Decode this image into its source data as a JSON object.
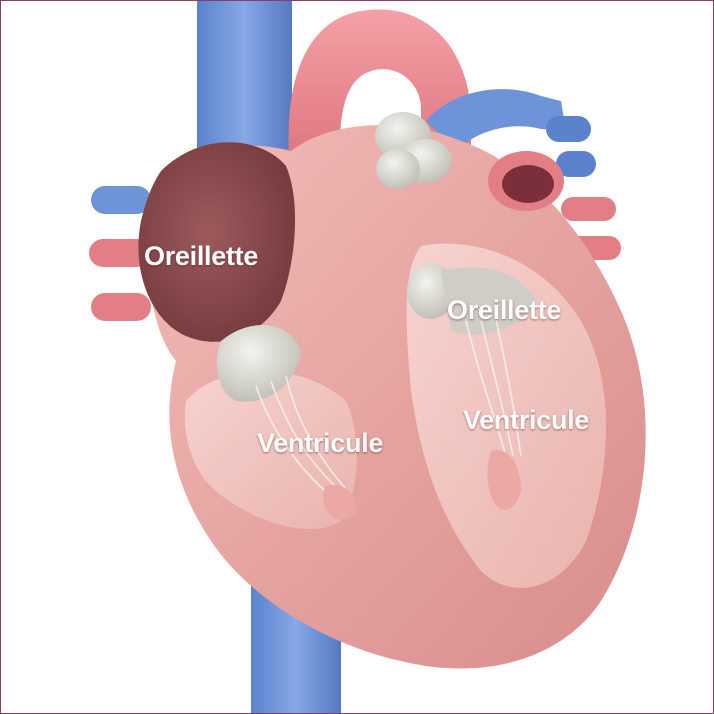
{
  "labels": {
    "right_atrium": "Oreillette",
    "left_atrium": "Oreillette",
    "right_ventricle": "Ventricule",
    "left_ventricle": "Ventricule"
  },
  "colors": {
    "frame_border": "#8a3a6e",
    "vein_blue": "#6d93d8",
    "artery_red": "#e47e86",
    "myocardium": "#e6a3a0",
    "chamber_dark": "#8a4a4e",
    "valve": "#dcdcd6"
  }
}
